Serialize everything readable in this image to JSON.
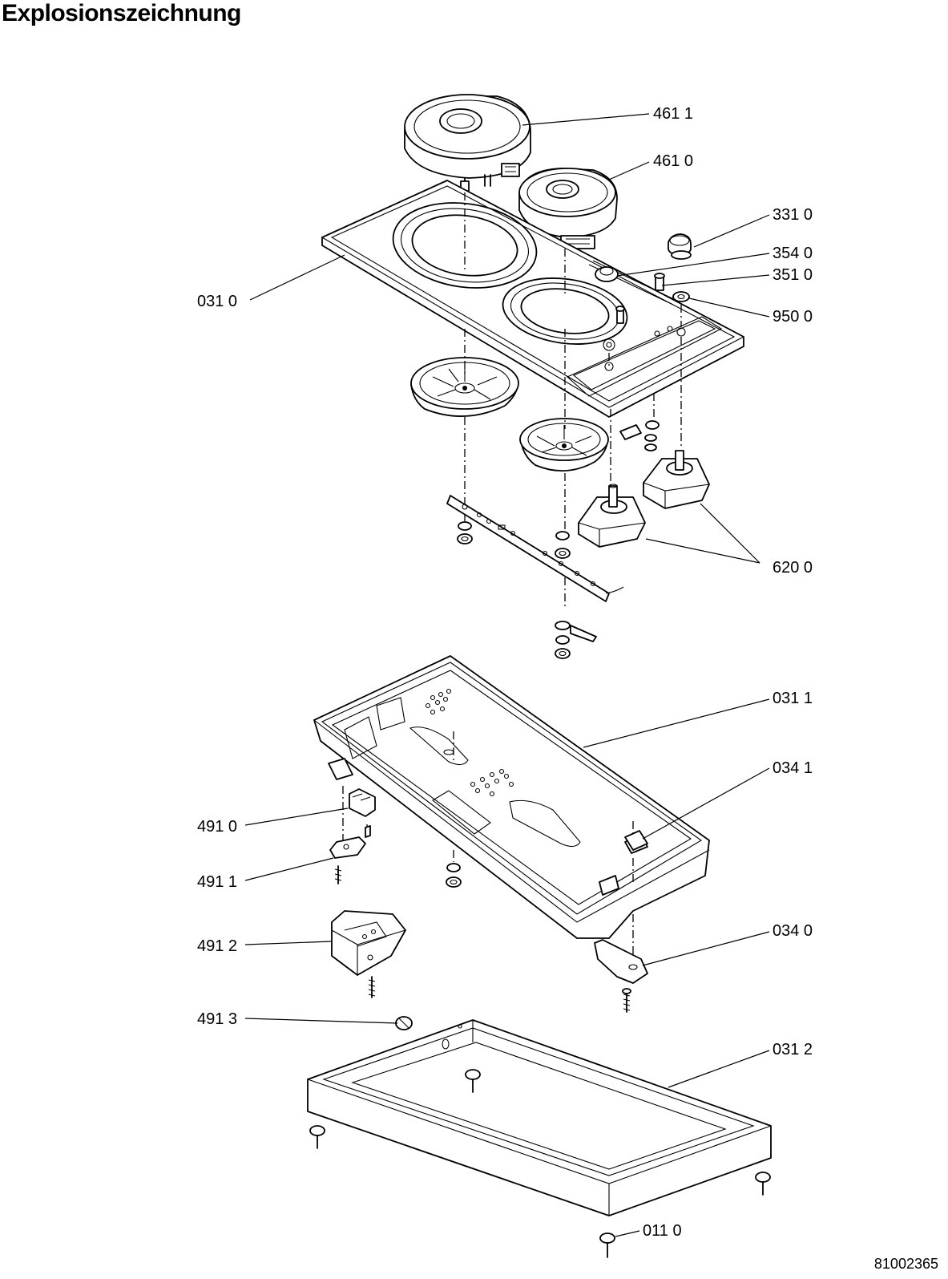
{
  "page": {
    "title": "Explosionszeichnung",
    "document_number": "81002365"
  },
  "parts": {
    "p4611": "461 1",
    "p4610": "461 0",
    "p3310": "331 0",
    "p3540": "354 0",
    "p3510": "351 0",
    "p0310": "031 0",
    "p9500": "950 0",
    "p6200": "620 0",
    "p0311": "031 1",
    "p0341": "034 1",
    "p4910": "491 0",
    "p4911": "491 1",
    "p4912": "491 2",
    "p0340": "034 0",
    "p4913": "491 3",
    "p0312": "031 2",
    "p0110": "011 0"
  }
}
